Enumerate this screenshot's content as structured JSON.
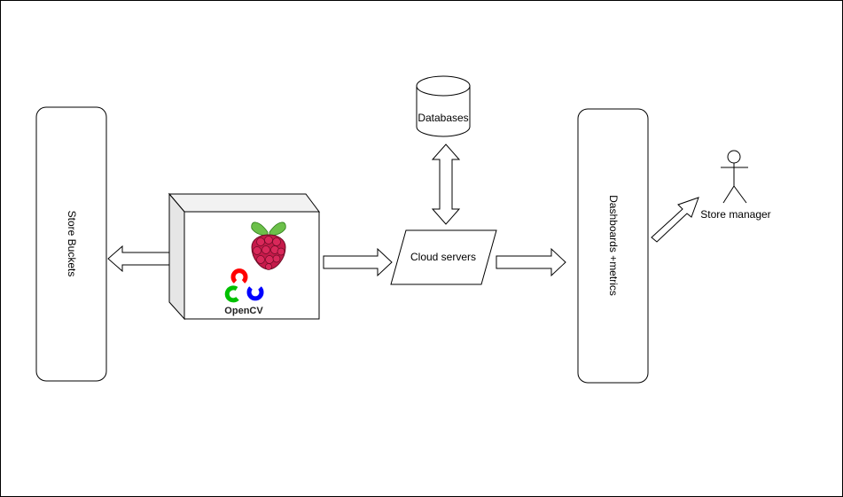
{
  "diagram": {
    "nodes": {
      "store_buckets": "Store Buckets",
      "databases": "Databases",
      "cloud_servers": "Cloud servers",
      "dashboards": "Dashboards +metrics",
      "store_manager": "Store manager",
      "opencv_logo_text": "OpenCV"
    },
    "icons": {
      "device_box": "cube-icon",
      "raspberry_pi": "raspberry-pi-icon",
      "opencv": "opencv-logo-icon",
      "actor": "stick-figure-icon"
    },
    "colors": {
      "stroke": "#000000",
      "fill": "#ffffff",
      "box_side": "#e6e6e6",
      "raspberry_red": "#c51a4a",
      "raspberry_leaf": "#6cc04a",
      "opencv_red": "#ff0000",
      "opencv_green": "#00c000",
      "opencv_blue": "#0000ff"
    }
  }
}
